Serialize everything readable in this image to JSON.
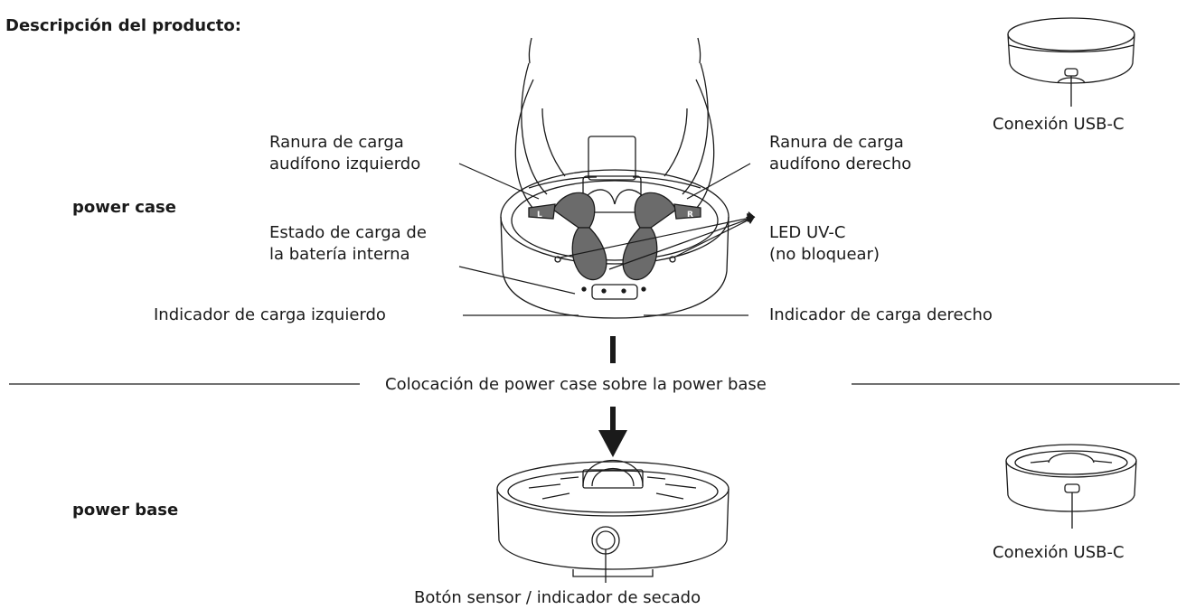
{
  "title": "Descripción del producto:",
  "sections": {
    "case_label": "power case",
    "base_label": "power base"
  },
  "callouts": {
    "left_slot": "Ranura de carga\naudífono izquierdo",
    "right_slot": "Ranura de carga\naudífono derecho",
    "battery_state": "Estado de carga de\nla batería interna",
    "uv_led": "LED UV-C\n(no bloquear)",
    "left_indicator": "Indicador de carga izquierdo",
    "right_indicator": "Indicador de carga derecho",
    "placement": "Colocación de power case sobre la power base",
    "sensor_button": "Botón sensor / indicador de secado",
    "usb_top": "Conexión USB-C",
    "usb_bottom": "Conexión USB-C"
  },
  "hearing_aid_letters": {
    "left": "L",
    "right": "R"
  },
  "colors": {
    "line": "#1a1a1a",
    "aid": "#6b6b6b",
    "arrow": "#1a1a1a"
  }
}
